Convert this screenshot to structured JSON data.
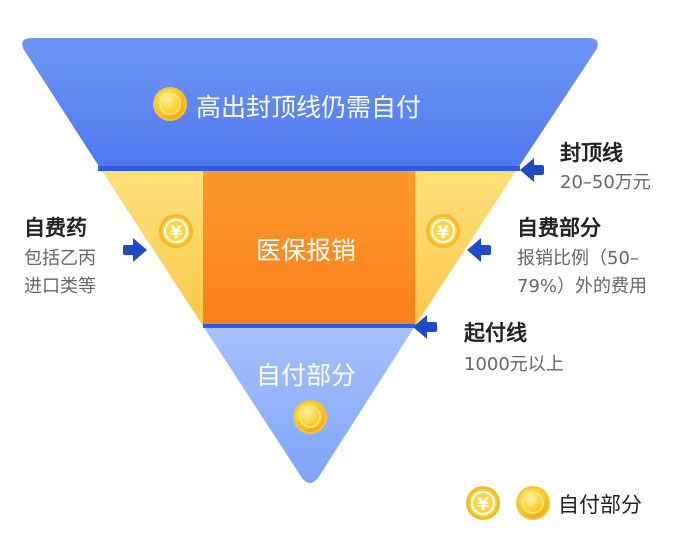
{
  "top_band": {
    "label": "高出封顶线仍需自付"
  },
  "cap_line": {
    "title": "封顶线",
    "range": "20–50万元"
  },
  "self_drug": {
    "title": "自费药",
    "line1": "包括乙丙",
    "line2": "进口类等"
  },
  "center_band": {
    "label": "医保报销"
  },
  "self_part_right": {
    "title": "自费部分",
    "line1": "报销比例（50–",
    "line2": "79%）外的费用"
  },
  "start_line": {
    "title": "起付线",
    "range": "1000元以上"
  },
  "bottom_band": {
    "label": "自付部分"
  },
  "legend": {
    "label": "自付部分",
    "yen_symbol": "¥"
  },
  "colors": {
    "top_blue": "#5b86f2",
    "divider_blue": "#2f5be0",
    "yellow": "#fcd15c",
    "orange": "#fb8c23",
    "bottom_blue": "#8fb1fb",
    "arrow_blue": "#1f49c7",
    "coin_gold": "#f9c21d"
  }
}
